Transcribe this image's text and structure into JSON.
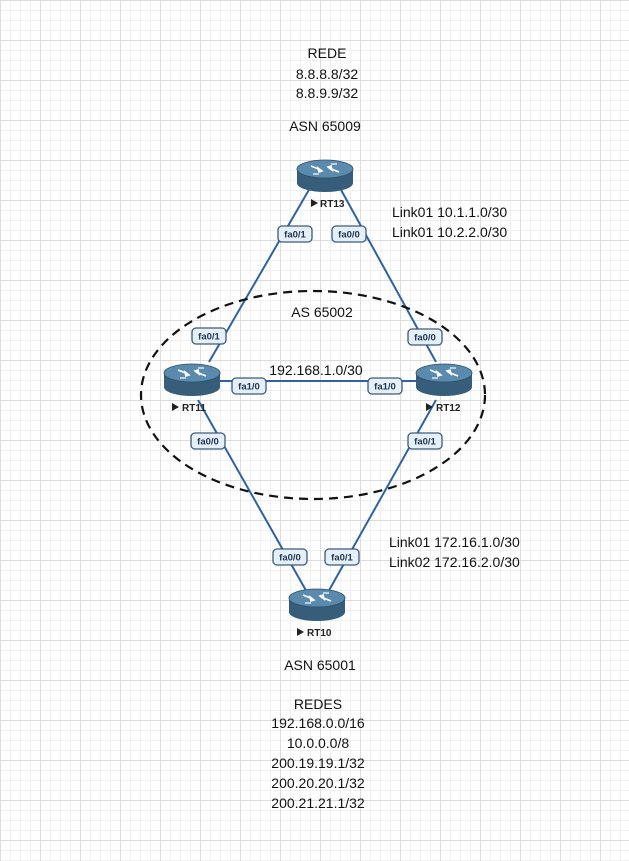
{
  "top_network": {
    "title": "REDE",
    "lines": [
      "8.8.8.8/32",
      "8.8.9.9/32"
    ],
    "asn": "ASN 65009"
  },
  "as_group": {
    "label": "AS 65002"
  },
  "routers": {
    "rt13": "RT13",
    "rt11": "RT11",
    "rt12": "RT12",
    "rt10": "RT10"
  },
  "ports": {
    "rt13_left": "fa0/1",
    "rt13_right": "fa0/0",
    "rt11_top": "fa0/1",
    "rt11_right": "fa1/0",
    "rt11_bottom": "fa0/0",
    "rt12_top": "fa0/0",
    "rt12_left": "fa1/0",
    "rt12_bottom": "fa0/1",
    "rt10_left": "fa0/0",
    "rt10_right": "fa0/1"
  },
  "links": {
    "top": [
      "Link01 10.1.1.0/30",
      "Link01 10.2.2.0/30"
    ],
    "middle": "192.168.1.0/30",
    "bottom": [
      "Link01 172.16.1.0/30",
      "Link02 172.16.2.0/30"
    ]
  },
  "bottom_network": {
    "asn": "ASN 65001",
    "title": "REDES",
    "lines": [
      "192.168.0.0/16",
      "10.0.0.0/8",
      "200.19.19.1/32",
      "200.20.20.1/32",
      "200.21.21.1/32"
    ]
  }
}
